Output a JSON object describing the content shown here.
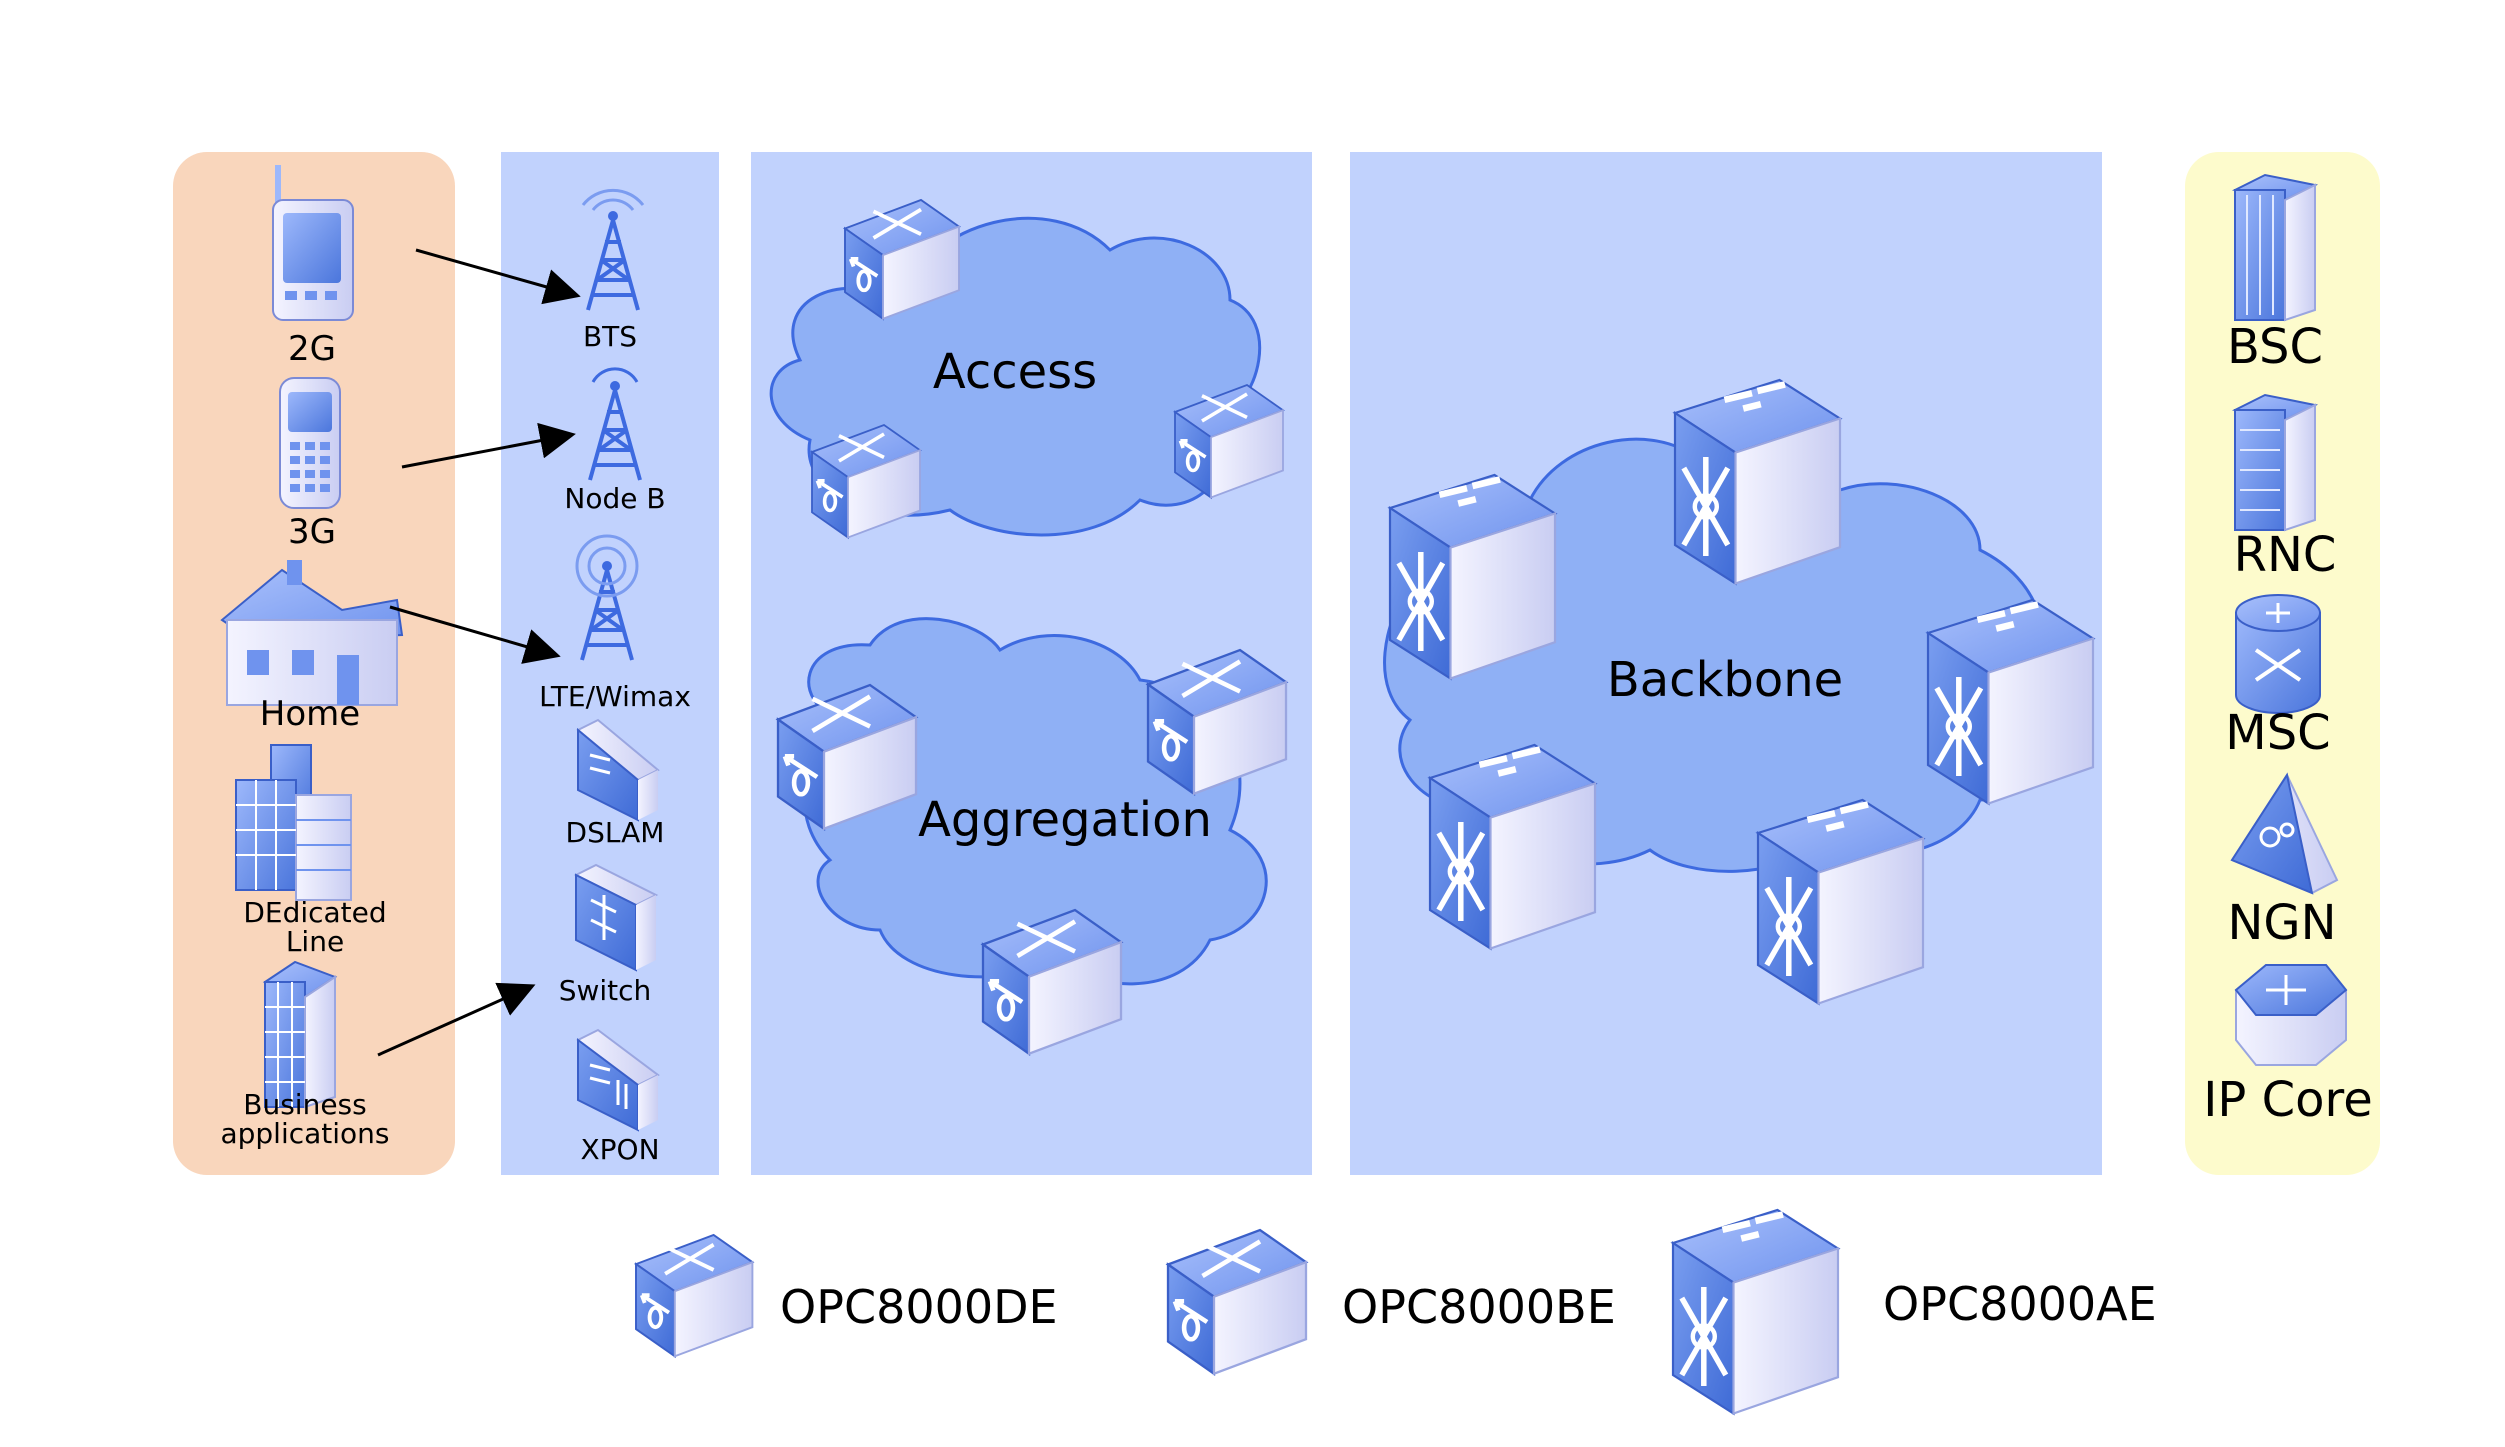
{
  "colors": {
    "user_panel": "#f9d6bc",
    "access_panel": "#c1d2fd",
    "core_panel": "#fdfbcc",
    "cloud_fill": "#8fb0f5",
    "cloud_stroke": "#3d6ae0",
    "device_blue": "#4f7ee0"
  },
  "users": {
    "items": [
      {
        "label": "2G",
        "icon": "mobile-phone-2g-icon"
      },
      {
        "label": "3G",
        "icon": "mobile-phone-3g-icon"
      },
      {
        "label": "Home",
        "icon": "house-icon"
      },
      {
        "label": "DEdicated\nLine",
        "icon": "building-complex-icon"
      },
      {
        "label": "Business\napplications",
        "icon": "office-tower-icon"
      }
    ]
  },
  "access_nodes": {
    "items": [
      {
        "label": "BTS",
        "icon": "bts-tower-icon"
      },
      {
        "label": "Node B",
        "icon": "nodeb-tower-icon"
      },
      {
        "label": "LTE/Wimax",
        "icon": "lte-tower-icon"
      },
      {
        "label": "DSLAM",
        "icon": "dslam-icon"
      },
      {
        "label": "Switch",
        "icon": "switch-icon"
      },
      {
        "label": "XPON",
        "icon": "xpon-icon"
      }
    ]
  },
  "clouds": {
    "access": "Access",
    "aggregation": "Aggregation",
    "backbone": "Backbone"
  },
  "core": {
    "items": [
      {
        "label": "BSC",
        "icon": "bsc-server-icon"
      },
      {
        "label": "RNC",
        "icon": "rnc-server-icon"
      },
      {
        "label": "MSC",
        "icon": "msc-cylinder-icon"
      },
      {
        "label": "NGN",
        "icon": "ngn-triangle-icon"
      },
      {
        "label": "IP Core",
        "icon": "ip-core-router-icon"
      }
    ]
  },
  "legend": {
    "items": [
      {
        "label": "OPC8000DE",
        "icon": "opc8000de-icon"
      },
      {
        "label": "OPC8000BE",
        "icon": "opc8000be-icon"
      },
      {
        "label": "OPC8000AE",
        "icon": "opc8000ae-icon"
      }
    ]
  }
}
